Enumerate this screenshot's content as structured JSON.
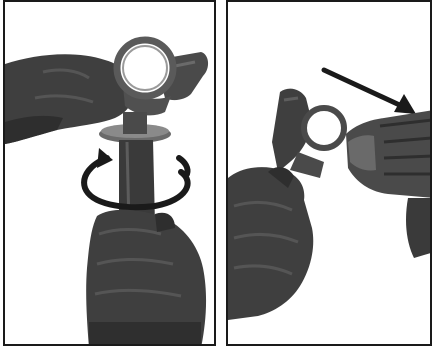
{
  "figure": {
    "panels": [
      {
        "id": "step-1",
        "depicts": [
          "gloved-hand-holding-tool-head",
          "gloved-hand-holding-handle",
          "rotation-arrow"
        ]
      },
      {
        "id": "step-2",
        "depicts": [
          "gloved-hand-holding-clamp",
          "drill-chuck",
          "insertion-arrow"
        ]
      }
    ],
    "colors": {
      "glove": "#3f3f3f",
      "glove_shadow": "#2a2a2a",
      "tool_metal": "#5a5a5a",
      "ring_steel": "#cfcfcf",
      "arrow": "#1a1a1a",
      "border": "#1a1a1a"
    }
  }
}
